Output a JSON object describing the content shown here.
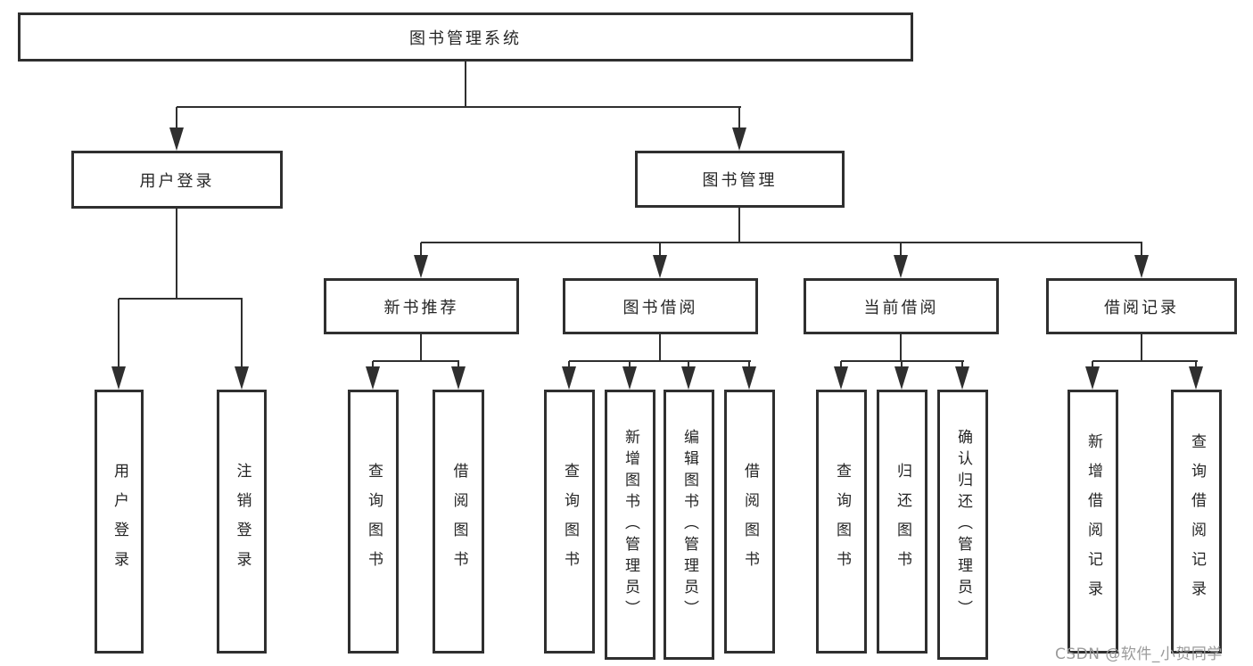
{
  "diagram": {
    "title": "图书管理系统",
    "root": {
      "label": "图书管理系统"
    },
    "level2": [
      {
        "label": "用户登录"
      },
      {
        "label": "图书管理"
      }
    ],
    "level3": [
      {
        "label": "新书推荐"
      },
      {
        "label": "图书借阅"
      },
      {
        "label": "当前借阅"
      },
      {
        "label": "借阅记录"
      }
    ],
    "leaves": {
      "user_login": [
        "用户登录",
        "注销登录"
      ],
      "new_book": [
        "查询图书",
        "借阅图书"
      ],
      "book_borrow": [
        "查询图书",
        "新增图书（管理员）",
        "编辑图书（管理员）",
        "借阅图书"
      ],
      "current_borrow": [
        "查询图书",
        "归还图书",
        "确认归还（管理员）"
      ],
      "borrow_record": [
        "新增借阅记录",
        "查询借阅记录"
      ]
    },
    "colors": {
      "line": "#2f2f2f",
      "text": "#262626",
      "watermark": "#9b9b9b",
      "background": "#ffffff"
    }
  },
  "watermark": {
    "text": "CSDN @软件_小贺同学"
  }
}
